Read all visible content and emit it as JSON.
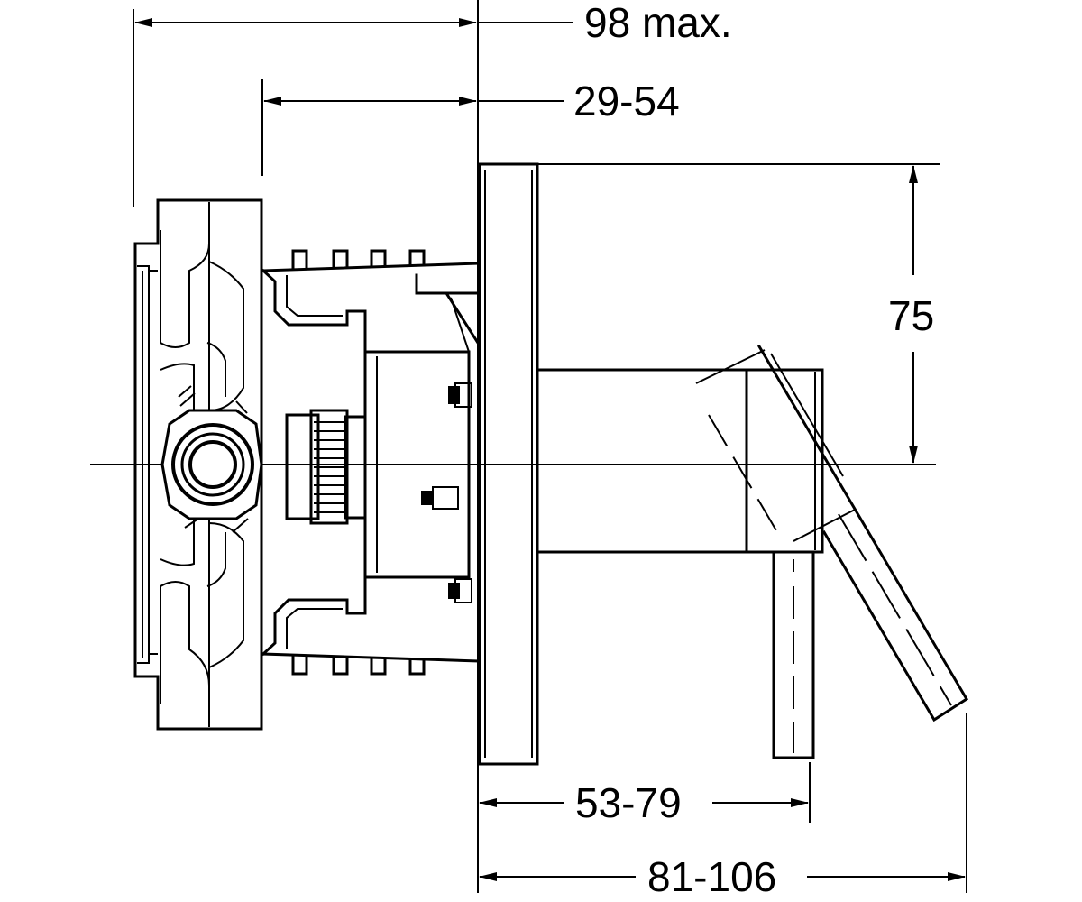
{
  "dimensions": {
    "overall_depth": "98 max.",
    "wall_box_range": "29-54",
    "rosette_height": "75",
    "lever_reach": "53-79",
    "lever_tip_reach": "81-106"
  },
  "colors": {
    "line": "#000000",
    "background": "#ffffff"
  }
}
